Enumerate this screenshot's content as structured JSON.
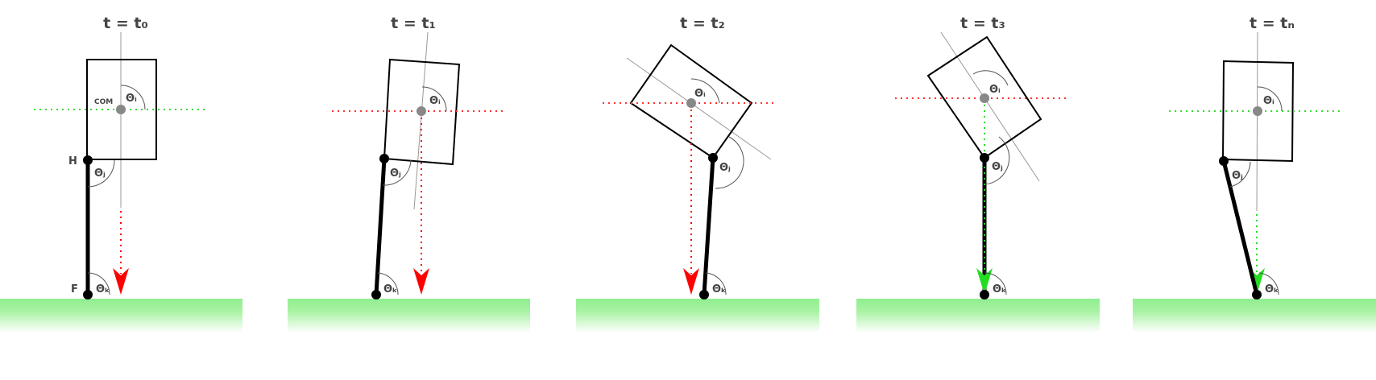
{
  "panels": [
    {
      "title": "t = t₀",
      "labels": {
        "com": "COM",
        "hip": "H",
        "foot": "F"
      },
      "arrow_color": "#ff0000",
      "com_line_color": "#33dd33"
    },
    {
      "title": "t = t₁",
      "arrow_color": "#ff0000",
      "com_line_color": "#ff3333"
    },
    {
      "title": "t = t₂",
      "arrow_color": "#ff0000",
      "com_line_color": "#ff3333"
    },
    {
      "title": "t = t₃",
      "arrow_color": "#22dd22",
      "com_line_color": "#ff3333"
    },
    {
      "title": "t = tₙ",
      "arrow_color": "#22dd22",
      "com_line_color": "#33dd33"
    }
  ],
  "angle_labels": {
    "theta_i": "Θᵢ",
    "theta_j": "Θⱼ",
    "theta_k": "Θₖ"
  },
  "colors": {
    "ground": "#90ee90",
    "body": "#000000",
    "com_dot": "#888888",
    "axis": "#999999"
  }
}
